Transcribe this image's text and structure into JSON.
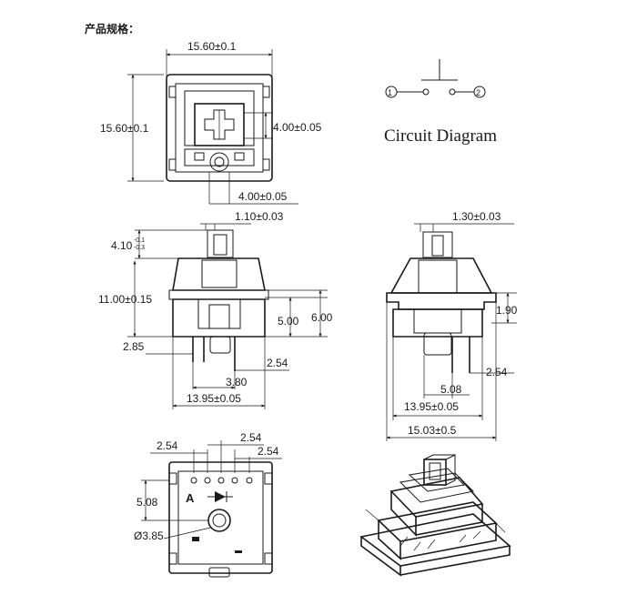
{
  "header": {
    "title": "产品规格："
  },
  "circuit": {
    "label": "Circuit Diagram",
    "pin1": "1",
    "pin2": "2"
  },
  "top_view": {
    "width_dim": "15.60±0.1",
    "height_dim": "15.60±0.1",
    "stem_width": "4.00±0.05",
    "stem_height": "4.00±0.05"
  },
  "side_view": {
    "stem_offset": "1.10±0.03",
    "travel": "4.10",
    "travel_tol_upper": "-0.1",
    "travel_tol_lower": "-0.3",
    "total_height": "11.00±0.15",
    "height_5": "5.00",
    "height_6": "6.00",
    "pin_len": "2.85",
    "pin_pitch": "2.54",
    "pin_gap": "3.80",
    "base_width": "13.95±0.05"
  },
  "front_view": {
    "stem_offset": "1.30±0.03",
    "ledge": "1.90",
    "pin_pitch": "2.54",
    "pin_gap": "5.08",
    "base_width": "13.95±0.05",
    "total_width": "15.03±0.5"
  },
  "bottom_view": {
    "pitch_left": "2.54",
    "pitch_top": "2.54",
    "pitch_right": "2.54",
    "vertical": "5.08",
    "hole_dia": "Ø3.85",
    "marker": "A"
  }
}
